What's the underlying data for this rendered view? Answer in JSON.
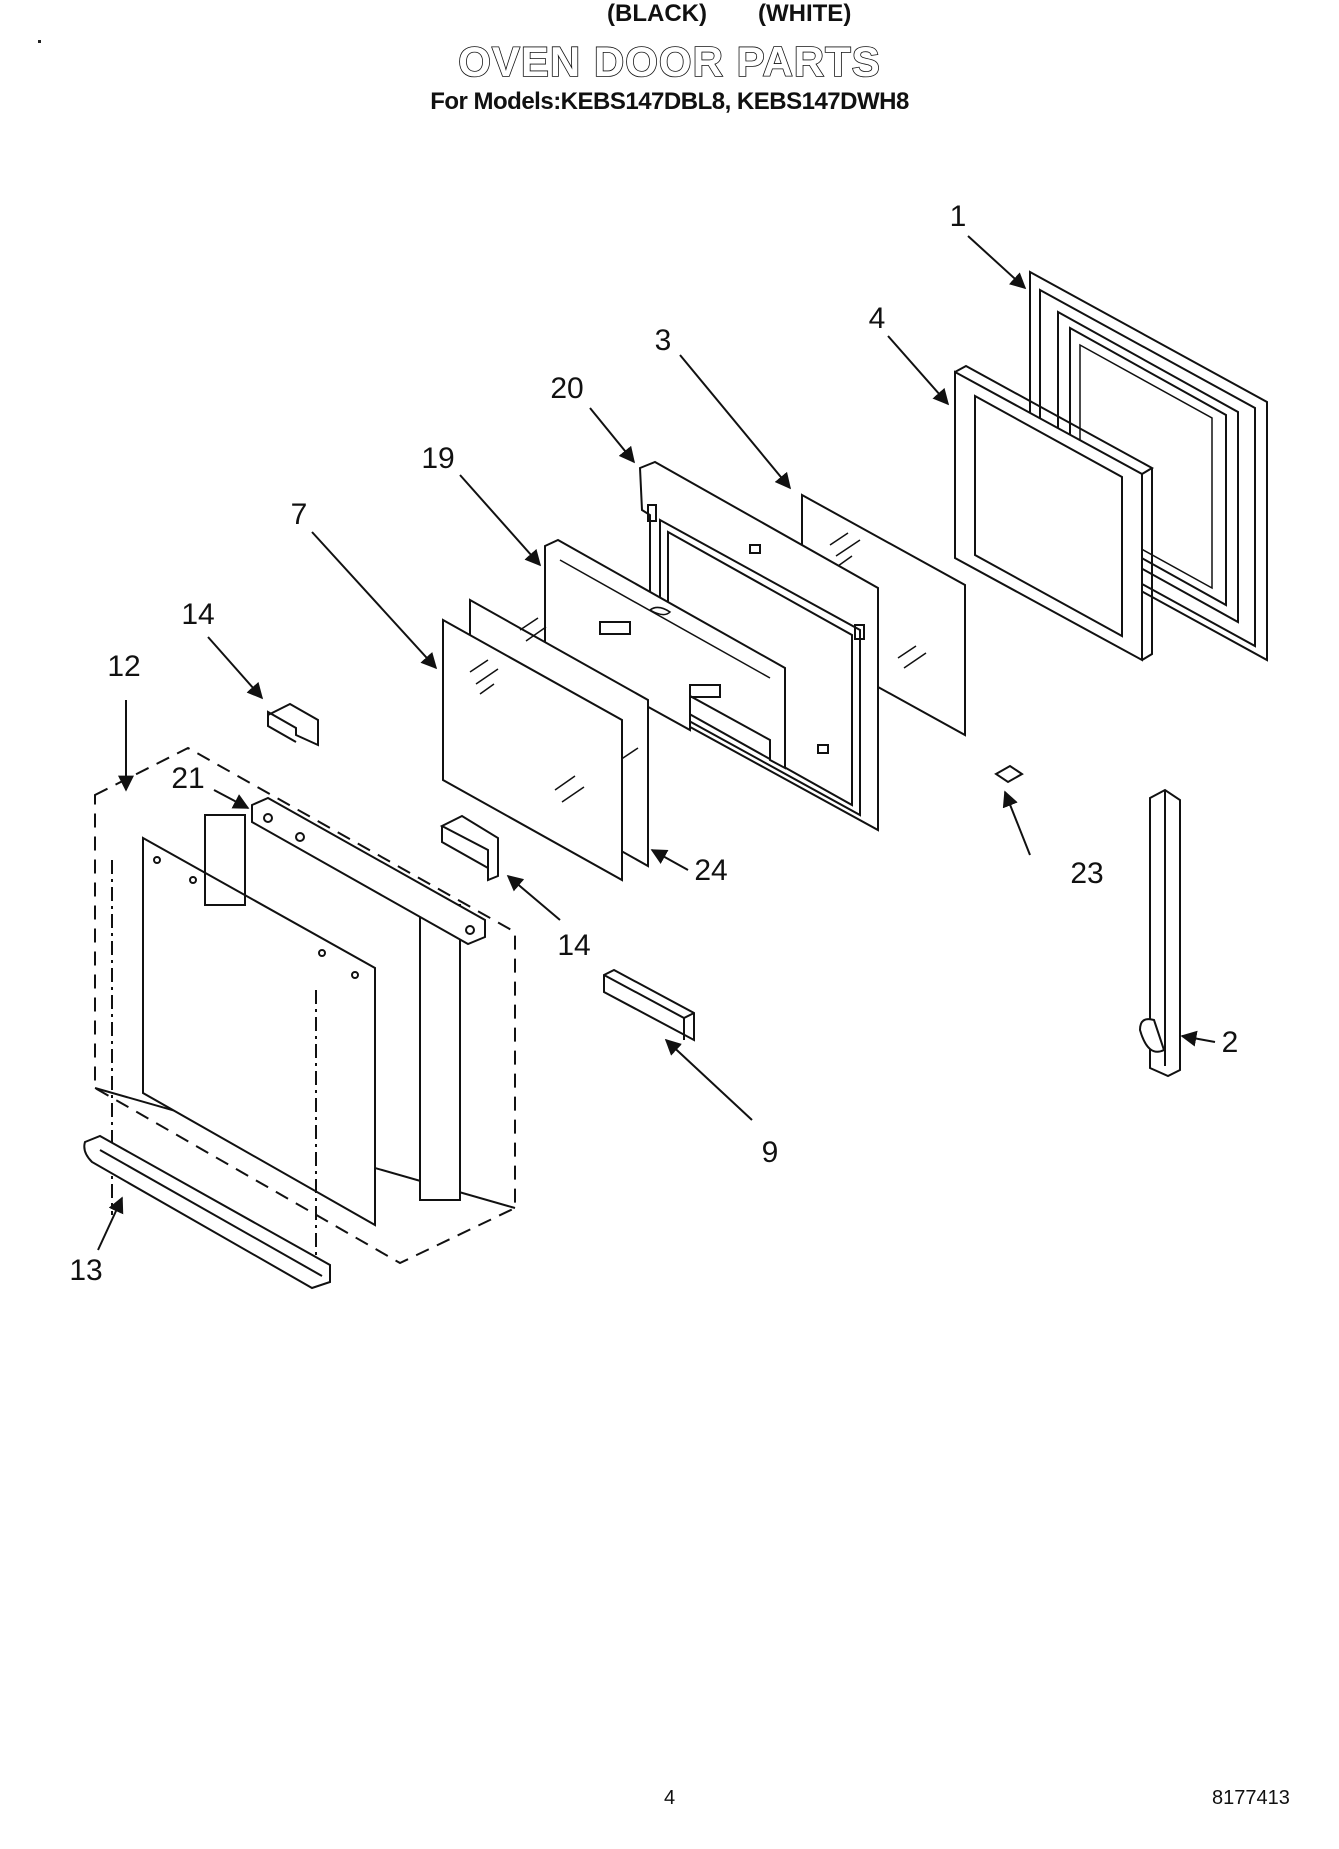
{
  "title": "OVEN DOOR PARTS",
  "subtitle": "For Models:KEBS147DBL8, KEBS147DWH8",
  "variants": [
    "(BLACK)",
    "(WHITE)"
  ],
  "callouts": [
    "1",
    "4",
    "3",
    "20",
    "19",
    "7",
    "14",
    "12",
    "21",
    "14",
    "24",
    "23",
    "2",
    "9",
    "13"
  ],
  "footer": {
    "page": "4",
    "doc_number": "8177413"
  }
}
